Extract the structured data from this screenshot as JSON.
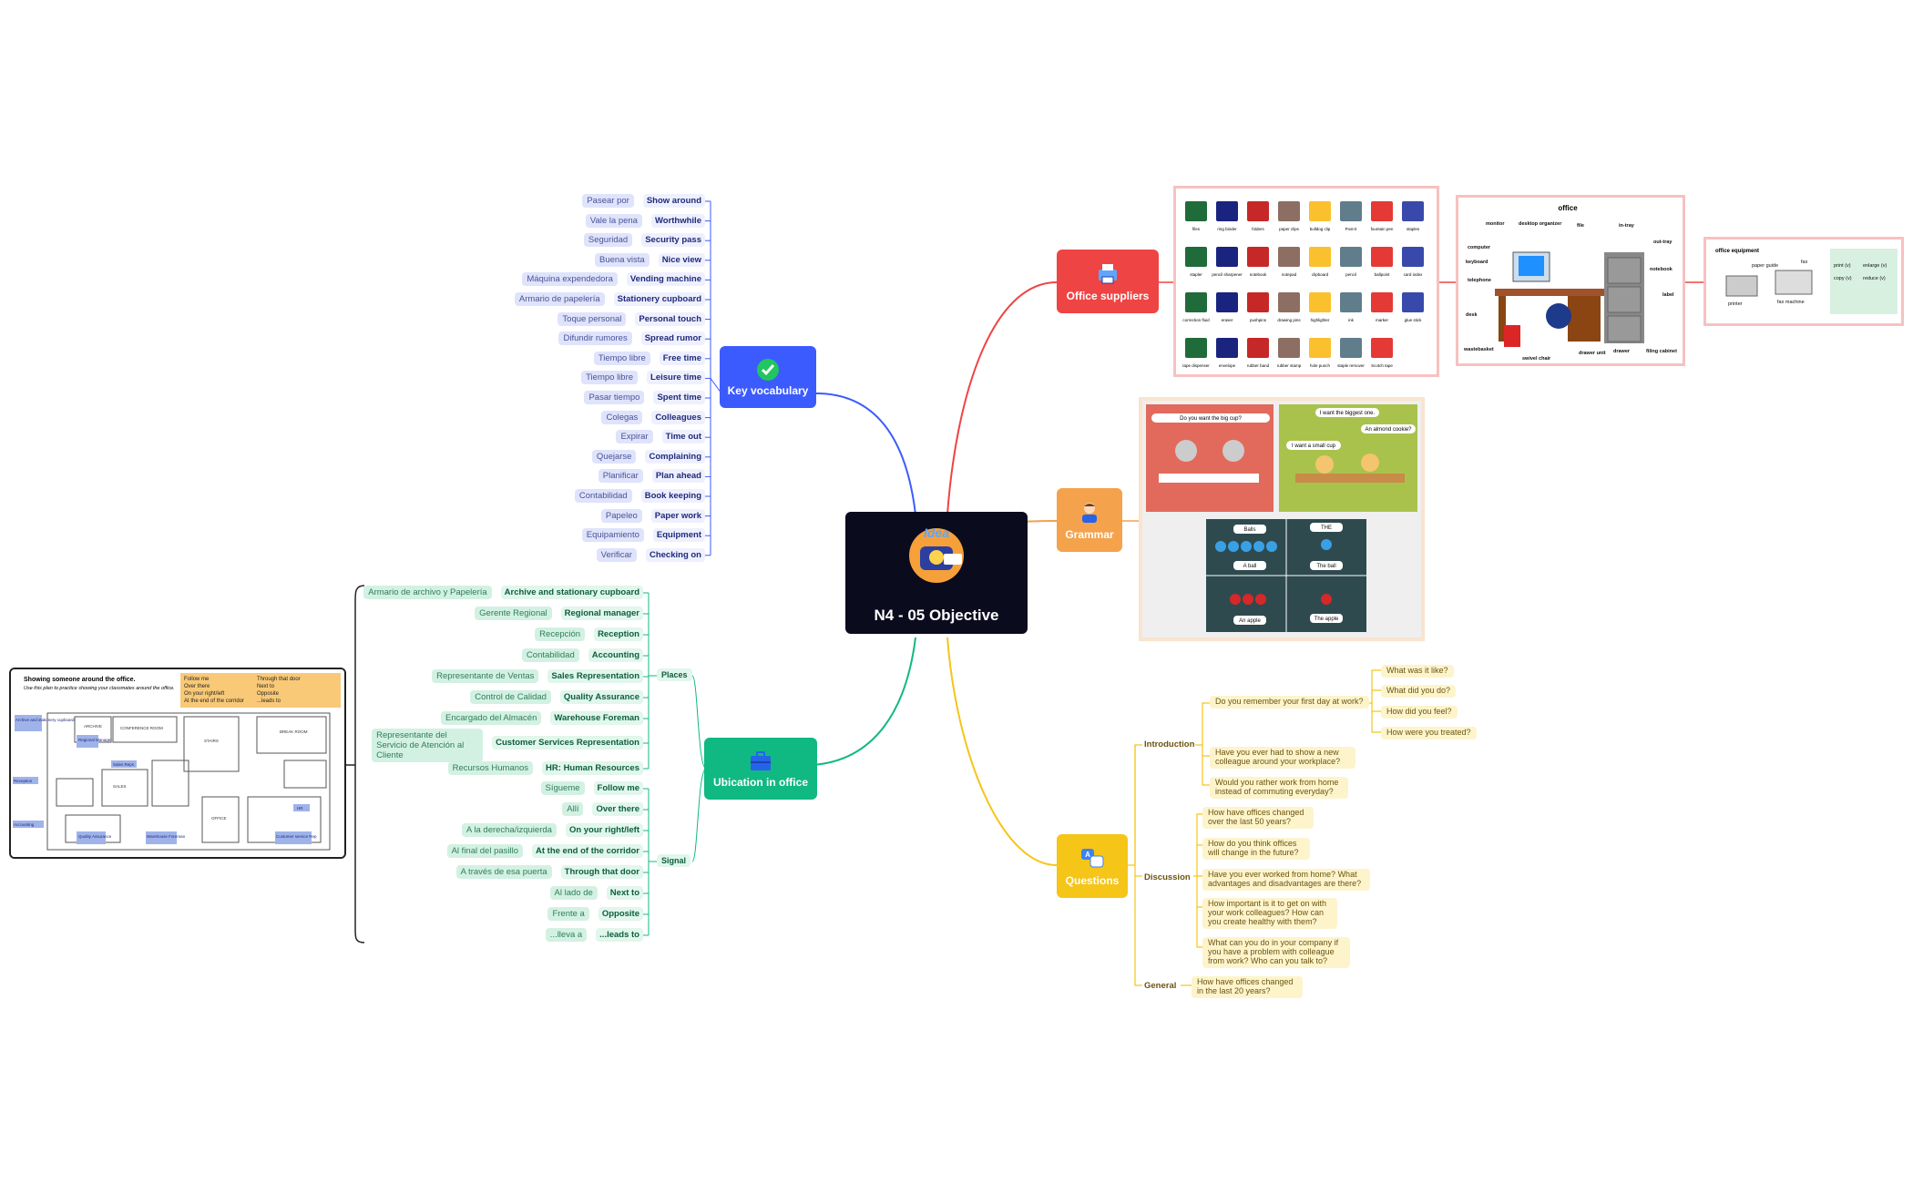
{
  "center": {
    "title": "N4 - 05 Objective",
    "logo_text": "Idea"
  },
  "topics": {
    "key_vocabulary": "Key vocabulary",
    "ubication": "Ubication in office",
    "office_suppliers": "Office suppliers",
    "grammar": "Grammar",
    "questions": "Questions"
  },
  "colors": {
    "key_vocabulary": "#3b5bff",
    "ubication": "#10b981",
    "office_suppliers": "#ef4444",
    "grammar": "#f4a24c",
    "questions": "#f5c518",
    "center": "#0b0b1e"
  },
  "vocab": [
    {
      "en": "Show around",
      "es": "Pasear por"
    },
    {
      "en": "Worthwhile",
      "es": "Vale la pena"
    },
    {
      "en": "Security pass",
      "es": "Seguridad"
    },
    {
      "en": "Nice view",
      "es": "Buena vista"
    },
    {
      "en": "Vending machine",
      "es": "Máquina expendedora"
    },
    {
      "en": "Stationery cupboard",
      "es": "Armario de papelería"
    },
    {
      "en": "Personal touch",
      "es": "Toque personal"
    },
    {
      "en": "Spread rumor",
      "es": "Difundir rumores"
    },
    {
      "en": "Free time",
      "es": "Tiempo libre"
    },
    {
      "en": "Leisure time",
      "es": "Tiempo libre"
    },
    {
      "en": "Spent time",
      "es": "Pasar tiempo"
    },
    {
      "en": "Colleagues",
      "es": "Colegas"
    },
    {
      "en": "Time out",
      "es": "Expirar"
    },
    {
      "en": "Complaining",
      "es": "Quejarse"
    },
    {
      "en": "Plan ahead",
      "es": "Planificar"
    },
    {
      "en": "Book keeping",
      "es": "Contabilidad"
    },
    {
      "en": "Paper work",
      "es": "Papeleo"
    },
    {
      "en": "Equipment",
      "es": "Equipamiento"
    },
    {
      "en": "Checking on",
      "es": "Verificar"
    }
  ],
  "places_label": "Places",
  "signal_label": "Signal",
  "places": [
    {
      "en": "Archive and stationary cupboard",
      "es": "Armario de archivo y Papelería"
    },
    {
      "en": "Regional manager",
      "es": "Gerente Regional"
    },
    {
      "en": "Reception",
      "es": "Recepción"
    },
    {
      "en": "Accounting",
      "es": "Contabilidad"
    },
    {
      "en": "Sales Representation",
      "es": "Representante de Ventas"
    },
    {
      "en": "Quality Assurance",
      "es": "Control de Calidad"
    },
    {
      "en": "Warehouse Foreman",
      "es": "Encargado del Almacén"
    },
    {
      "en": "Customer Services Representation",
      "es": "Representante del Servicio de Atención al Cliente"
    },
    {
      "en": "HR: Human Resources",
      "es": "Recursos Humanos"
    }
  ],
  "signals": [
    {
      "en": "Follow me",
      "es": "Sígueme"
    },
    {
      "en": "Over there",
      "es": "Allí"
    },
    {
      "en": "On your right/left",
      "es": "A la derecha/izquierda"
    },
    {
      "en": "At the end of the corridor",
      "es": "Al final del pasillo"
    },
    {
      "en": "Through that door",
      "es": "A través de esa puerta"
    },
    {
      "en": "Next to",
      "es": "Al lado de"
    },
    {
      "en": "Opposite",
      "es": "Frente a"
    },
    {
      "en": "...leads to",
      "es": "...lleva a"
    }
  ],
  "floorplan": {
    "title": "Showing someone around the office.",
    "subtitle": "Use this plan to practice showing your classmates around the office.",
    "phrases_col1": [
      "Follow me",
      "Over there",
      "On your right/left",
      "At the end of the corridor"
    ],
    "phrases_col2": [
      "Through that door",
      "Next to",
      "Opposite",
      "...leads to"
    ],
    "labels": [
      "Archive and stationery cupboard",
      "Regional Manager",
      "Reception",
      "Accounting",
      "Quality Assurance",
      "Warehouse Foreman",
      "Customer service Rep",
      "HR",
      "Sales Reps"
    ],
    "rooms": [
      "ARCHIVE",
      "CONFERENCE ROOM",
      "STAIRS",
      "BREAK ROOM",
      "SALES",
      "OFFICE"
    ]
  },
  "supplies_img": {
    "labels": [
      "files",
      "ring binder",
      "folders",
      "paper clips",
      "bulldog clip",
      "Post-it",
      "fountain pen",
      "staples",
      "stapler",
      "pencil sharpener",
      "notebook",
      "notepad",
      "clipboard",
      "pencil",
      "ballpoint",
      "card index",
      "correction fluid",
      "eraser",
      "pushpins",
      "drawing pins",
      "highlighter",
      "ink",
      "marker",
      "glue stick",
      "tape dispenser",
      "envelope",
      "rubber band",
      "rubber stamp",
      "hole punch",
      "staple remover",
      "Scotch tape"
    ]
  },
  "office_img": {
    "title": "office",
    "labels": [
      "monitor",
      "desktop organizer",
      "file",
      "in-tray",
      "out-tray",
      "computer",
      "keyboard",
      "telephone",
      "notebook",
      "label",
      "desk",
      "wastebasket",
      "swivel chair",
      "drawer unit",
      "drawer",
      "filing cabinet"
    ]
  },
  "equip_img": {
    "title": "office equipment",
    "labels": [
      "paper guide",
      "fax",
      "print (v)",
      "enlarge (v)",
      "copy (v)",
      "reduce (v)",
      "printer",
      "fax machine"
    ]
  },
  "grammar_img": {
    "bubbles": [
      "Do you want the big cup?",
      "I want the biggest one.",
      "An almond cookie?",
      "I want a small cup"
    ],
    "cards": [
      "Balls",
      "THE",
      "A ball",
      "The ball",
      "An apple",
      "The apple"
    ]
  },
  "questions": {
    "introduction_label": "Introduction",
    "discussion_label": "Discussion",
    "general_label": "General",
    "intro_q1": "Do you remember your first day at work?",
    "intro_sub": [
      "What was it like?",
      "What did you do?",
      "How did you feel?",
      "How were you treated?"
    ],
    "intro_q2": "Have you ever had to show a new colleague around your workplace?",
    "intro_q3": "Would you rather work from home instead of commuting everyday?",
    "discussion": [
      "How have offices changed over the last 50 years?",
      "How do you think offices will change in the future?",
      "Have you ever worked from home? What advantages and disadvantages are there?",
      "How important is it to get on with your work colleagues? How can you create healthy with them?",
      "What can you do in your company if you have a problem with colleague from work? Who can you talk to?"
    ],
    "general": [
      "How have offices changed in the last 20 years?"
    ]
  }
}
